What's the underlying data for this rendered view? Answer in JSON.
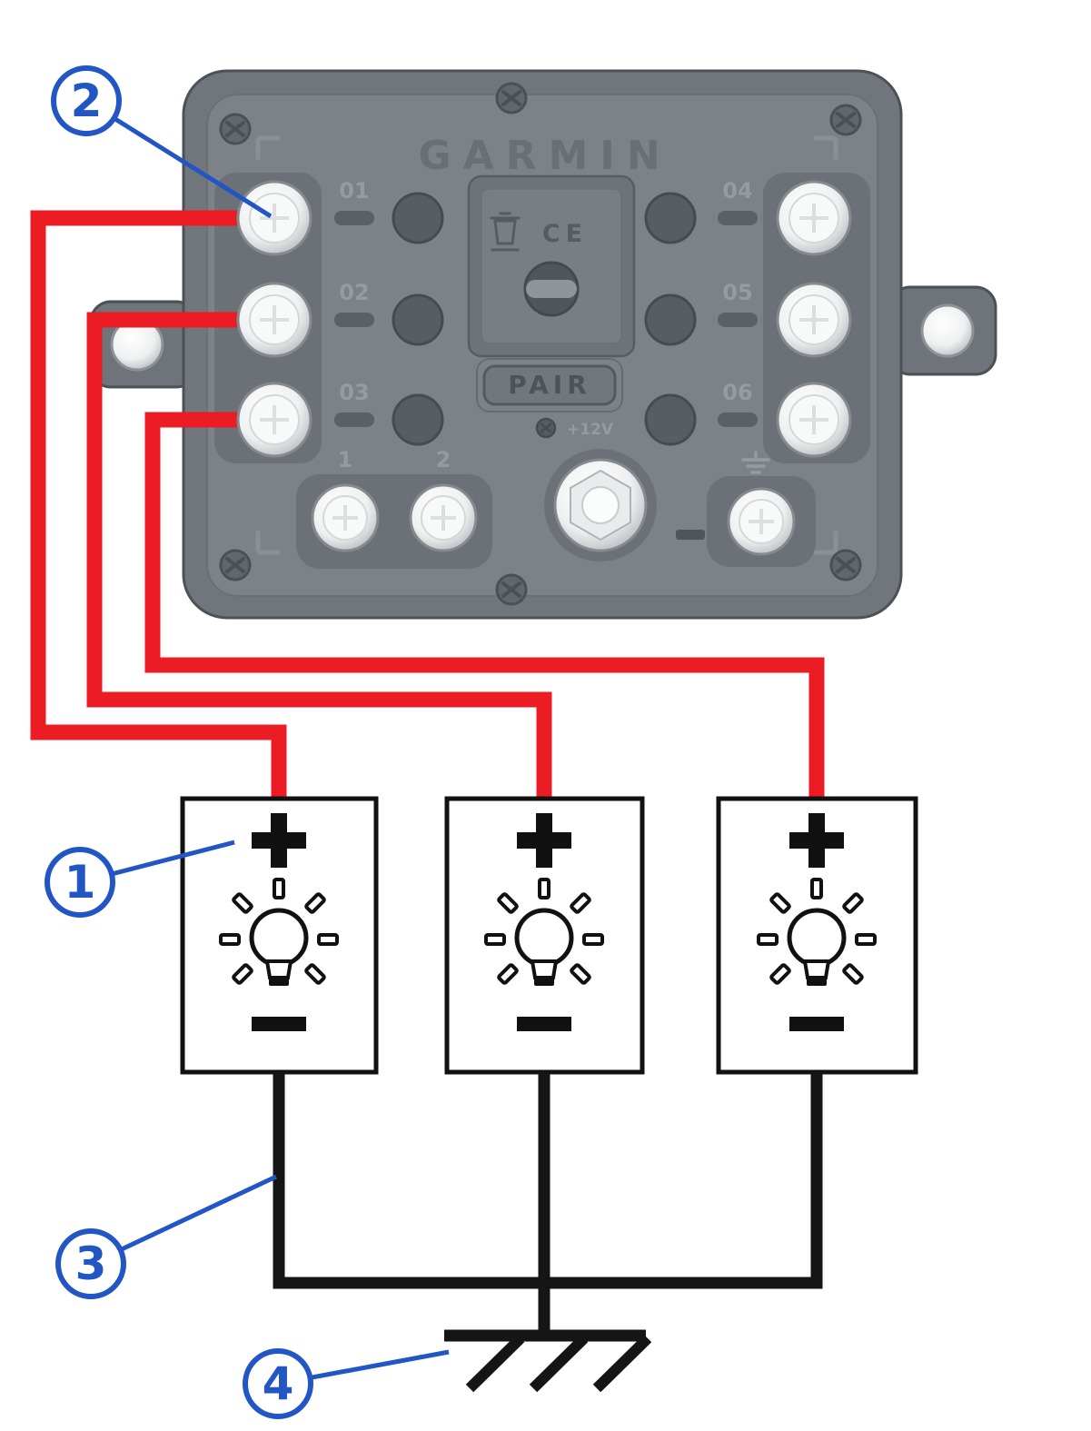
{
  "device": {
    "brand": "GARMIN",
    "pair_button_label": "PAIR",
    "power_label": "+12V",
    "ce_mark": "CE",
    "output_terminal_labels": [
      "01",
      "02",
      "03",
      "04",
      "05",
      "06"
    ],
    "aux_terminal_labels": [
      "1",
      "2"
    ]
  },
  "accessory": {
    "positive_symbol": "+",
    "negative_symbol": "−"
  },
  "callouts": [
    {
      "number": "1",
      "name": "accessory"
    },
    {
      "number": "2",
      "name": "positive-output-terminal"
    },
    {
      "number": "3",
      "name": "ground-wire"
    },
    {
      "number": "4",
      "name": "ground-connection-point"
    }
  ],
  "colors": {
    "positive_wire": "#ec1c24",
    "ground_wire": "#151515",
    "callout": "#2256c4",
    "device_body": "#70767c"
  }
}
